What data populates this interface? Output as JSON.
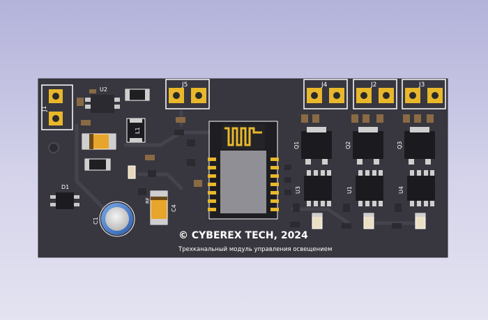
{
  "board": {
    "copyright": "© CYBEREX TECH, 2024",
    "description": "Трехканальный модуль управления освещением"
  },
  "connectors": {
    "j1": "J1",
    "j2": "J2",
    "j3": "J3",
    "j4": "J4",
    "j5": "J5"
  },
  "components": {
    "u1": "U1",
    "u2": "U2",
    "u3": "U3",
    "u4": "U4",
    "q1": "Q1",
    "q2": "Q2",
    "q3": "Q3",
    "l1": "L1",
    "d1": "D1",
    "c1": "C1",
    "c4": "C4",
    "rf": "RF"
  },
  "colors": {
    "pcb": "#38373f",
    "silkscreen": "#ffffff",
    "pad": "#e9b72b",
    "background_top": "#b3b2da",
    "background_bottom": "#e4e3f1"
  }
}
